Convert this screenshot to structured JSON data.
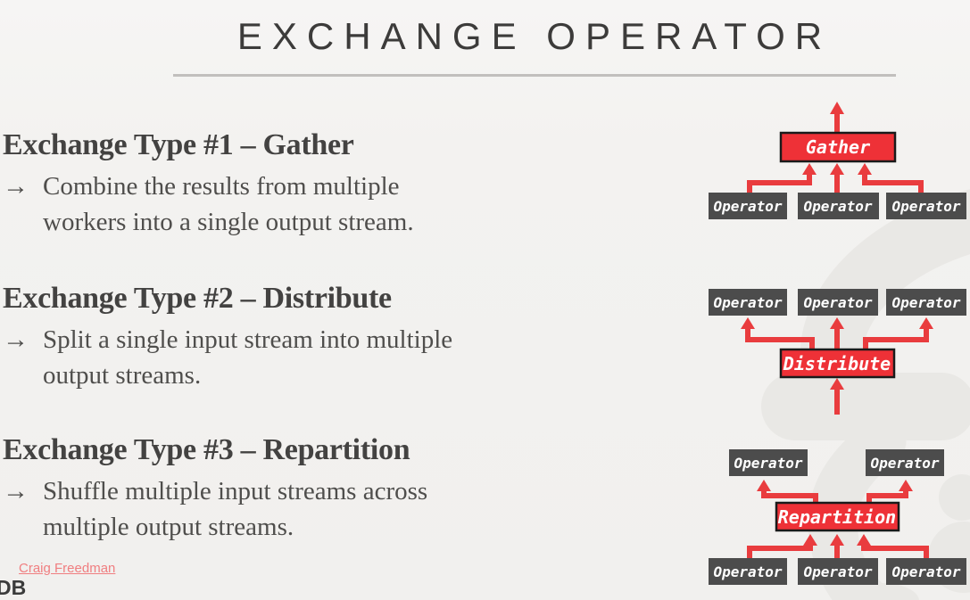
{
  "slide": {
    "title": "EXCHANGE OPERATOR",
    "footer_link": "Craig Freedman",
    "corner_text": "DB"
  },
  "sections": [
    {
      "heading": "Exchange Type #1 – Gather",
      "bullet": "→",
      "line1": "Combine the results from multiple",
      "line2": "workers into a single output stream."
    },
    {
      "heading": "Exchange Type #2 – Distribute",
      "bullet": "→",
      "line1": "Split a single input stream into multiple",
      "line2": "output streams."
    },
    {
      "heading": "Exchange Type #3 – Repartition",
      "bullet": "→",
      "line1": "Shuffle multiple input streams across",
      "line2": "multiple output streams."
    }
  ],
  "diagrams": {
    "gather": {
      "exchange_label": "Gather",
      "operators": [
        "Operator",
        "Operator",
        "Operator"
      ]
    },
    "distribute": {
      "exchange_label": "Distribute",
      "operators": [
        "Operator",
        "Operator",
        "Operator"
      ]
    },
    "repartition": {
      "exchange_label": "Repartition",
      "top_operators": [
        "Operator",
        "Operator"
      ],
      "bottom_operators": [
        "Operator",
        "Operator",
        "Operator"
      ]
    }
  },
  "colors": {
    "accent_red": "#ee3137",
    "arrow_red": "#e93c3e",
    "operator_gray": "#4c4c4c",
    "link_pink": "#f07e80",
    "divider_gray": "#c1bfbd",
    "background": "#f2f1ef"
  }
}
